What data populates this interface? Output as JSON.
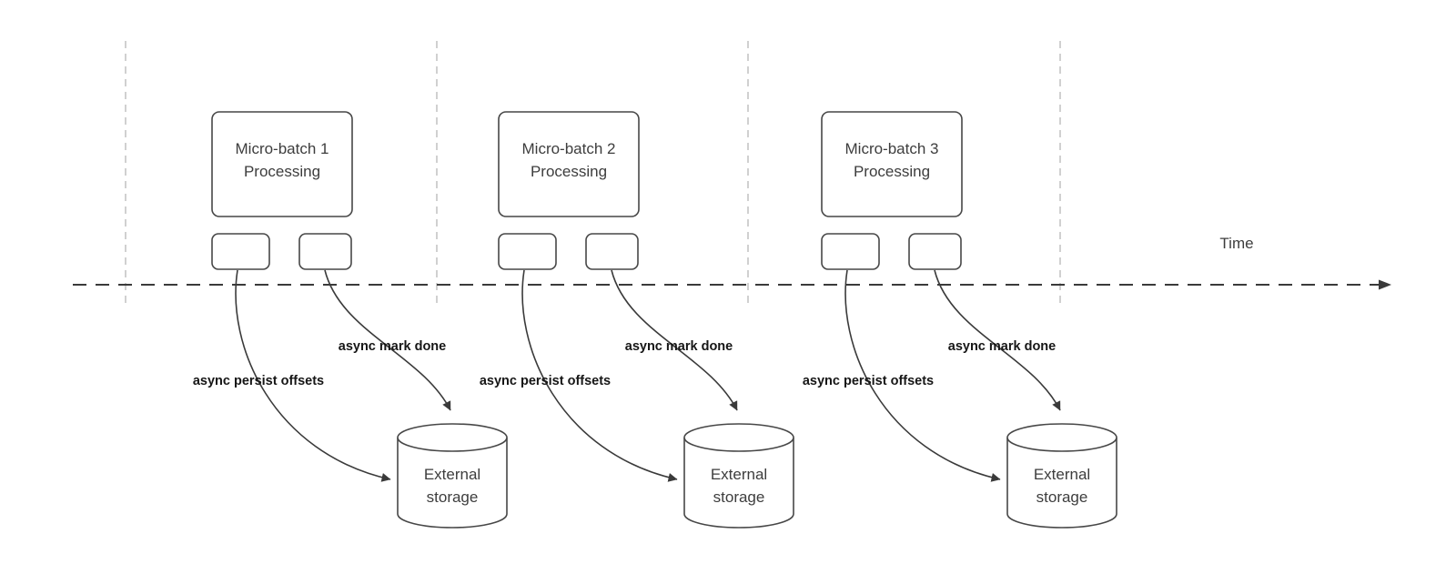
{
  "diagram": {
    "timeline_label": "Time",
    "batches": [
      {
        "name_line1": "Micro-batch 1",
        "name_line2": "Processing",
        "persist_label": "async persist offsets",
        "mark_done_label": "async mark done",
        "storage_line1": "External",
        "storage_line2": "storage"
      },
      {
        "name_line1": "Micro-batch 2",
        "name_line2": "Processing",
        "persist_label": "async persist offsets",
        "mark_done_label": "async mark done",
        "storage_line1": "External",
        "storage_line2": "storage"
      },
      {
        "name_line1": "Micro-batch 3",
        "name_line2": "Processing",
        "persist_label": "async persist offsets",
        "mark_done_label": "async mark done",
        "storage_line1": "External",
        "storage_line2": "storage"
      }
    ],
    "colors": {
      "background": "#ffffff",
      "shape_stroke": "#474747",
      "node_text": "#3d3d3d",
      "bold_label_text": "#161616",
      "gridline": "#bdbdbd",
      "timeline": "#3a3a3a"
    }
  }
}
